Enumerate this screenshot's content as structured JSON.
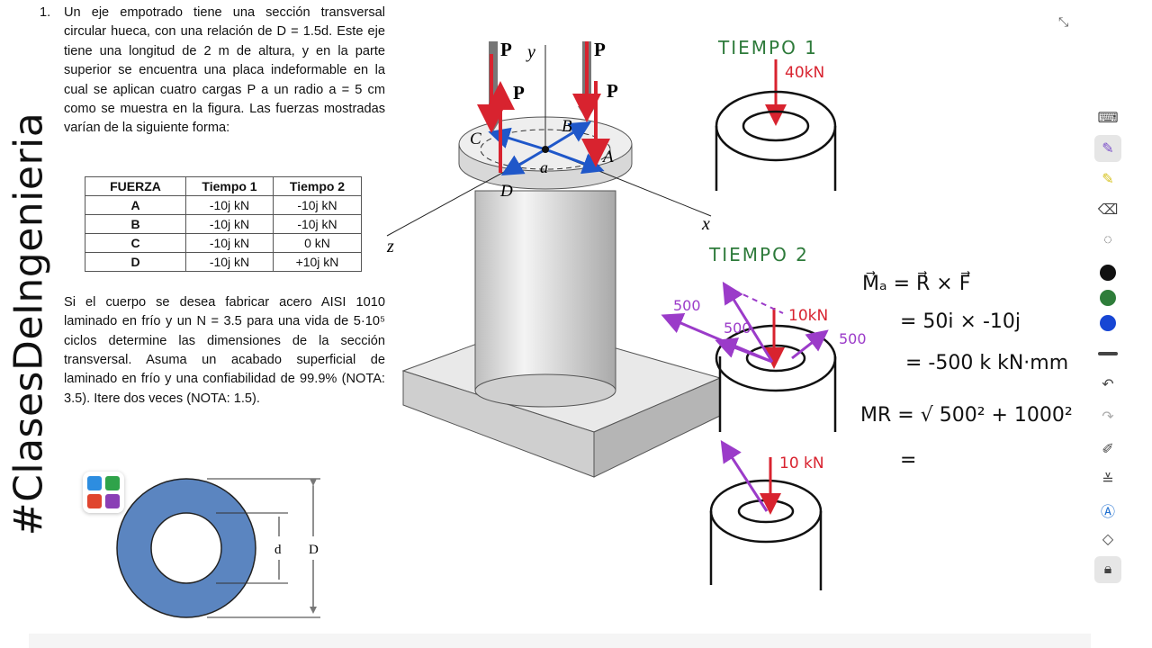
{
  "channel": {
    "watermark": "#ClasesDeIngenieria"
  },
  "problem": {
    "number": "1.",
    "paragraph1": "Un eje empotrado tiene una sección transversal circular hueca, con una relación de D = 1.5d. Este eje tiene una longitud de 2 m de altura, y en la parte superior se encuentra una placa indeformable en la cual se aplican cuatro cargas P a un radio a = 5 cm como se muestra en la figura. Las fuerzas mostradas varían de la siguiente forma:",
    "paragraph2": "Si el cuerpo se desea fabricar acero AISI 1010 laminado en frío y un N = 3.5 para una vida de 5·10⁵ ciclos determine las dimensiones de la sección transversal. Asuma un acabado superficial de laminado en frío y una confiabilidad de 99.9% (NOTA: 3.5). Itere dos veces (NOTA: 1.5)."
  },
  "force_table": {
    "headers": [
      "FUERZA",
      "Tiempo 1",
      "Tiempo 2"
    ],
    "rows": [
      [
        "A",
        "-10j kN",
        "-10j kN"
      ],
      [
        "B",
        "-10j kN",
        "-10j kN"
      ],
      [
        "C",
        "-10j kN",
        "0 kN"
      ],
      [
        "D",
        "-10j kN",
        "+10j kN"
      ]
    ]
  },
  "cross_section": {
    "inner_label": "d",
    "outer_label": "D",
    "fill": "#5b85c0"
  },
  "figure": {
    "load_label": "P",
    "point_labels": {
      "a": "A",
      "b": "B",
      "c": "C",
      "d": "D"
    },
    "radius_label": "a",
    "axes": {
      "x": "x",
      "y": "y",
      "z": "z"
    }
  },
  "notes": {
    "tiempo1": {
      "title": "TIEMPO 1",
      "load": "40kN"
    },
    "tiempo2": {
      "title": "TIEMPO 2",
      "v500a": "500",
      "v500b": "500",
      "v500c": "500",
      "load": "10kN"
    },
    "bottom": {
      "load": "10 kN"
    },
    "eq1": "M⃗ₐ = R⃗ × F⃗",
    "eq2": "= 50i × -10j",
    "eq3": "= -500 k kN·mm",
    "eq4": "MR = √ 500² + 1000²",
    "eq5": "="
  },
  "colors": {
    "note_green": "#2d7a3a",
    "note_red": "#d8232f",
    "note_purple": "#9b3bc9",
    "arrow_red": "#d8232f",
    "arrow_blue": "#1f57c9",
    "ink_black": "#111111",
    "ink_green": "#2e7d3a",
    "ink_blue": "#1746d4"
  },
  "toolbar": {
    "tools": [
      "keyboard-icon",
      "pen-icon",
      "highlighter-icon",
      "eraser-icon",
      "lasso-icon"
    ],
    "colors": [
      "#111111",
      "#2e7d3a",
      "#1746d4"
    ],
    "actions": [
      "undo-icon",
      "redo-icon",
      "pen-settings-icon",
      "align-icon",
      "text-icon",
      "shapes-icon",
      "lock-icon"
    ]
  }
}
